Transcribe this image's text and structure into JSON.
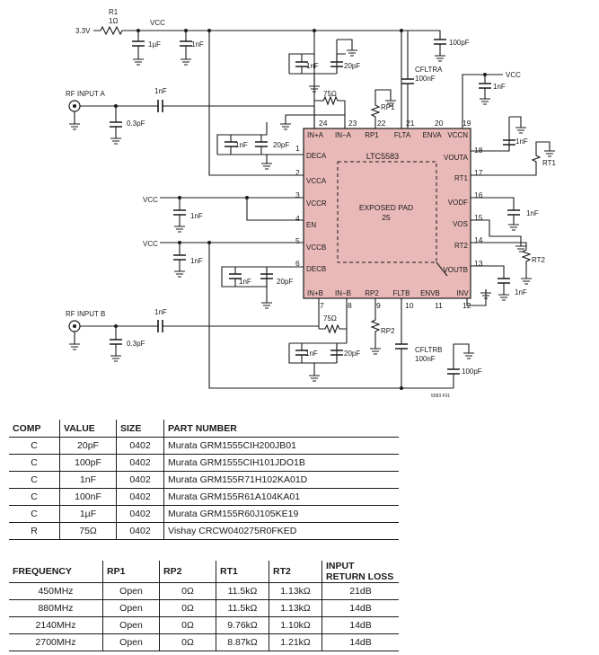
{
  "schematic": {
    "ic_name": "LTC5583",
    "pad_line1": "EXPOSED PAD",
    "pad_line2": "25",
    "figure_id": "5583 F01",
    "pins": {
      "p1": "DECA",
      "p2": "VCCA",
      "p3": "VCCR",
      "p4": "EN",
      "p5": "VCCB",
      "p6": "DECB",
      "p7": "IN+B",
      "p8": "IN−B",
      "p9": "RP2",
      "p10": "FLTB",
      "p11": "ENVB",
      "p12": "INV",
      "p13": "VOUTB",
      "p14": "RT2",
      "p15": "VOS",
      "p16": "VODF",
      "p17": "RT1",
      "p18": "VOUTA",
      "p19": "VCCN",
      "p20": "ENVA",
      "p21": "FLTA",
      "p22": "RP1",
      "p23": "IN−A",
      "p24": "IN+A"
    },
    "labels": {
      "r1": "R1",
      "r1_val": "1Ω",
      "supply": "3.3V",
      "vcc": "VCC",
      "c_1uf": "1µF",
      "c_1nf": "1nF",
      "c_100pf": "100pF",
      "c_20pf": "20pF",
      "c_03pf": "0.3pF",
      "r_75": "75Ω",
      "cfltra": "CFLTRA",
      "cfltrb": "CFLTRB",
      "c_100nf": "100nF",
      "rf_in_a": "RF INPUT A",
      "rf_in_b": "RF INPUT B",
      "rp1": "RP1",
      "rp2": "RP2",
      "rt1": "RT1",
      "rt2": "RT2"
    }
  },
  "component_table": {
    "headers": [
      "COMP",
      "VALUE",
      "SIZE",
      "PART NUMBER"
    ],
    "rows": [
      [
        "C",
        "20pF",
        "0402",
        "Murata GRM1555CIH200JB01"
      ],
      [
        "C",
        "100pF",
        "0402",
        "Murata GRM1555CIH101JDO1B"
      ],
      [
        "C",
        "1nF",
        "0402",
        "Murata GRM155R71H102KA01D"
      ],
      [
        "C",
        "100nF",
        "0402",
        "Murata GRM155R61A104KA01"
      ],
      [
        "C",
        "1µF",
        "0402",
        "Murata GRM155R60J105KE19"
      ],
      [
        "R",
        "75Ω",
        "0402",
        "Vishay CRCW040275R0FKED"
      ]
    ]
  },
  "frequency_table": {
    "headers": [
      "FREQUENCY",
      "RP1",
      "RP2",
      "RT1",
      "RT2",
      "INPUT RETURN LOSS"
    ],
    "rows": [
      [
        "450MHz",
        "Open",
        "0Ω",
        "11.5kΩ",
        "1.13kΩ",
        "21dB"
      ],
      [
        "880MHz",
        "Open",
        "0Ω",
        "11.5kΩ",
        "1.13kΩ",
        "14dB"
      ],
      [
        "2140MHz",
        "Open",
        "0Ω",
        "9.76kΩ",
        "1.10kΩ",
        "14dB"
      ],
      [
        "2700MHz",
        "Open",
        "0Ω",
        "8.87kΩ",
        "1.21kΩ",
        "14dB"
      ]
    ]
  }
}
